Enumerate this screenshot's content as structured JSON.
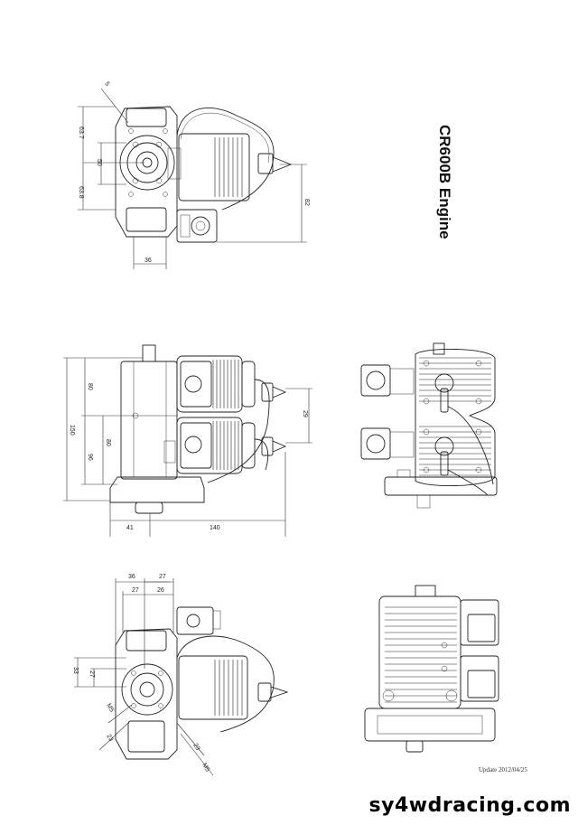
{
  "title": "CR600B Engine",
  "brand": "sy4wdracing.com",
  "update": "Update  2012/04/25",
  "dims": {
    "v1": {
      "d637": "63.7",
      "d50": "50",
      "d638": "63.8",
      "d82": "82",
      "d36": "36",
      "d5": "5"
    },
    "v2": {
      "d80a": "80",
      "d150": "150",
      "d80b": "80",
      "d96": "96",
      "d29": "29",
      "d41": "41",
      "d140": "140"
    },
    "v3": {
      "d36": "36",
      "d27a": "27",
      "d27b": "27",
      "d26": "26",
      "d33": "33",
      "d27c": "27",
      "m5a": "M5",
      "d23a": "23",
      "d23b": "23",
      "m5b": "M5"
    }
  }
}
